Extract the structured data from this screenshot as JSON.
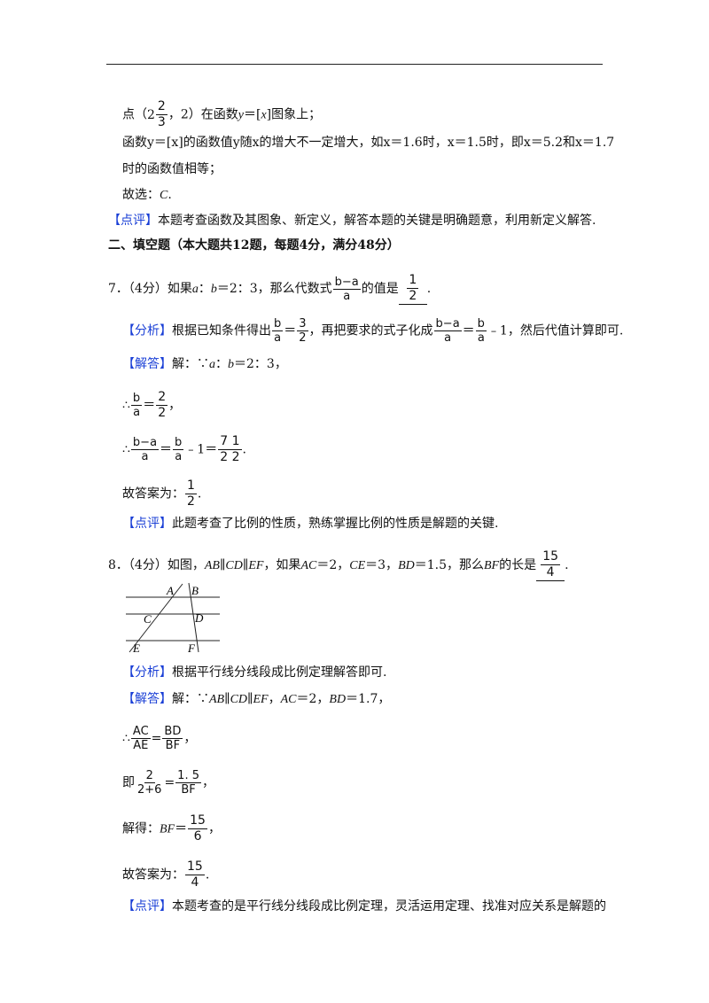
{
  "top": {
    "p1_a": "点（",
    "p1_whole": "2",
    "p1_num": "2",
    "p1_den": "3",
    "p1_b": "，2）在函数",
    "p1_c": "y",
    "p1_d": "＝[",
    "p1_e": "x",
    "p1_f": "]图象上；",
    "p2": "函数y＝[x]的函数值y随x的增大不一定增大，如x＝1.6时，x＝1.5时，即x＝5.2和x＝1.7",
    "p3": "时的函数值相等；",
    "p4_a": "故选：",
    "p4_b": "C",
    "p4_c": ".",
    "review_tag": "【点评】",
    "review_text": "本题考查函数及其图象、新定义，解答本题的关键是明确题意，利用新定义解答."
  },
  "section": "二、填空题（本大题共12题，每题4分，满分48分）",
  "q7": {
    "stem_a": "7．（4分）如果",
    "stem_b": "a",
    "stem_c": "：",
    "stem_d": "b",
    "stem_e": "＝2：3，那么代数式",
    "expr_num": "b−a",
    "expr_den": "a",
    "stem_f": "的值是",
    "ans_num": "1",
    "ans_den": "2",
    "stem_g": ".",
    "analysis_tag": "【分析】",
    "analysis_a": "根据已知条件得出",
    "an_f1_num": "b",
    "an_f1_den": "a",
    "an_eq1": "＝",
    "an_f2_num": "3",
    "an_f2_den": "2",
    "analysis_b": "，再把要求的式子化成",
    "an_f3_num": "b−a",
    "an_f3_den": "a",
    "an_eq2": "＝",
    "an_f4_num": "b",
    "an_f4_den": "a",
    "analysis_c": "﹣1，然后代值计算即可.",
    "solution_tag": "【解答】",
    "sol1_a": "解：∵",
    "sol1_b": "a",
    "sol1_c": "：",
    "sol1_d": "b",
    "sol1_e": "＝2：3，",
    "sol2_a": "∴",
    "sol2_f1_num": "b",
    "sol2_f1_den": "a",
    "sol2_eq": "＝",
    "sol2_f2_num": "2",
    "sol2_f2_den": "2",
    "sol2_end": "，",
    "sol3_a": "∴",
    "sol3_f1_num": "b−a",
    "sol3_f1_den": "a",
    "sol3_eq": "＝",
    "sol3_f2_num": "b",
    "sol3_f2_den": "a",
    "sol3_mid": "﹣1＝",
    "sol3_f3_num": "7 1",
    "sol3_f3_den": "2 2",
    "sol3_end": ".",
    "final_a": "故答案为：",
    "final_num": "1",
    "final_den": "2",
    "final_end": ".",
    "review_tag": "【点评】",
    "review_text": "此题考查了比例的性质，熟练掌握比例的性质是解题的关键."
  },
  "q8": {
    "stem_a": "8．（4分）如图，",
    "stem_b": "AB",
    "stem_c": "∥",
    "stem_d": "CD",
    "stem_e": "∥",
    "stem_f": "EF",
    "stem_g": "，如果",
    "stem_h": "AC",
    "stem_i": "＝2，",
    "stem_j": "CE",
    "stem_k": "＝3，",
    "stem_l": "BD",
    "stem_m": "＝1.5，那么",
    "stem_n": "BF",
    "stem_o": "的长是",
    "ans_num": "15",
    "ans_den": "4",
    "stem_p": ".",
    "figure_labels": {
      "A": "A",
      "B": "B",
      "C": "C",
      "D": "D",
      "E": "E",
      "F": "F"
    },
    "analysis_tag": "【分析】",
    "analysis_text": "根据平行线分线段成比例定理解答即可.",
    "solution_tag": "【解答】",
    "sol1_a": "解：∵",
    "sol1_b": "AB",
    "sol1_c": "∥",
    "sol1_d": "CD",
    "sol1_e": "∥",
    "sol1_f": "EF",
    "sol1_g": "，",
    "sol1_h": "AC",
    "sol1_i": "＝2，",
    "sol1_j": "BD",
    "sol1_k": "＝1.7，",
    "sol2_a": "∴",
    "sol2_f1_num": "AC",
    "sol2_f1_den": "AE",
    "sol2_eq": "=",
    "sol2_f2_num": "BD",
    "sol2_f2_den": "BF",
    "sol2_end": "，",
    "sol3_a": "即",
    "sol3_f1_num": "2",
    "sol3_f1_den": "2+6",
    "sol3_eq": "=",
    "sol3_f2_num": "1. 5",
    "sol3_f2_den": "BF",
    "sol3_end": "，",
    "sol4_a": "解得：",
    "sol4_b": "BF",
    "sol4_c": "＝",
    "sol4_num": "15",
    "sol4_den": "6",
    "sol4_end": "，",
    "final_a": "故答案为：",
    "final_num": "15",
    "final_den": "4",
    "final_end": ".",
    "review_tag": "【点评】",
    "review_text": "本题考查的是平行线分线段成比例定理，灵活运用定理、找准对应关系是解题的"
  }
}
